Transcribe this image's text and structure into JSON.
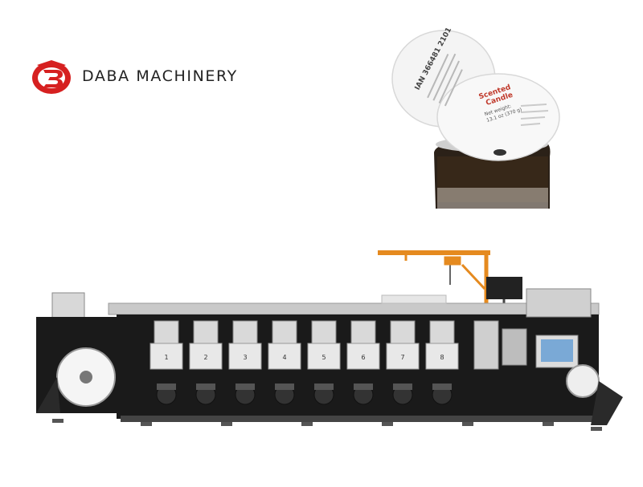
{
  "brand": {
    "name": "DABA MACHINERY",
    "colors": {
      "logo_red": "#d62020",
      "text": "#222222",
      "machine": "#1a1a1a",
      "crane": "#e58a1f"
    }
  },
  "label_photo": {
    "label_lines": [
      "IAN 366481 2101",
      "Scented",
      "Candle",
      "Net weight:",
      "13.1 oz (370 g)"
    ]
  },
  "machine": {
    "station_numbers": [
      "1",
      "2",
      "3",
      "4",
      "5",
      "6",
      "7",
      "8"
    ]
  }
}
